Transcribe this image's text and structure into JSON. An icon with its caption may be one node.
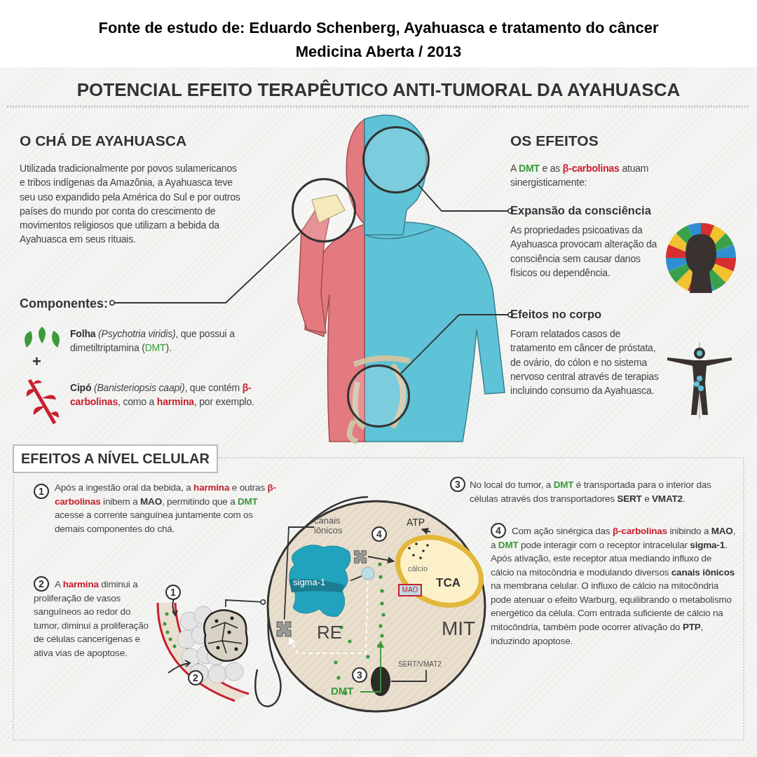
{
  "diagram": {
    "title": "POTENCIAL EFEITO TERAPÊUTICO ANTI-TUMORAL DA AYAHUASCA",
    "nodes": [
      {
        "text": [
          "Componentes:"
        ]
      },
      {
        "text": [],
        "shape": "circle"
      },
      {
        "text": [],
        "shape": "circle"
      },
      {
        "text": [
          "Expansão da consciência"
        ]
      },
      {
        "text": [],
        "shape": "circle"
      },
      {
        "text": [
          "Efeitos no corpo"
        ]
      },
      {
        "text": [],
        "shape": "picture"
      },
      {
        "text": [],
        "shape": "circle"
      },
      {
        "text": [
          "sigma-1",
          "RE"
        ],
        "in": 7
      },
      {
        "text": [
          "cálcio",
          "TCA"
        ],
        "beside": [
          "MIT"
        ],
        "in": 7
      },
      {
        "text": [
          "MAO"
        ],
        "in": 9
      },
      {
        "text": [
          "canais iônicos"
        ],
        "in": 7
      },
      {
        "text": [],
        "shape": "box",
        "in": 7
      },
      {
        "text": [],
        "shape": "box",
        "in": 7
      },
      {
        "text": [],
        "shape": "circle",
        "in": 7
      },
      {
        "text": [
          "SERT/VMAT2"
        ],
        "in": 7
      },
      {
        "text": [],
        "shape": "circle",
        "beside": [
          "3"
        ],
        "in": 7
      },
      {
        "text": [
          "DMT"
        ],
        "in": 7
      },
      {
        "text": [
          "ATP"
        ],
        "in": 7
      }
    ],
    "edges": [
      {
        "from": 0,
        "to": 1,
        "arrow": "other"
      },
      {
        "from": 3,
        "to": 2,
        "arrow": "other"
      },
      {
        "from": 5,
        "to": 4,
        "arrow": "other"
      },
      {
        "from": 7,
        "to": 6,
        "arrow": "other"
      },
      {
        "from": 11,
        "to": 12,
        "arrow": "none"
      },
      {
        "from": 8,
        "to": 14,
        "arrow": "none"
      },
      {
        "from": 15,
        "to": 16,
        "arrow": "none"
      },
      {
        "from": 13,
        "to": 9,
        "arrow": "to"
      },
      {
        "from": 9,
        "to": 18,
        "arrow": "to"
      },
      {
        "from": 14,
        "to": 12,
        "arrow": "to",
        "style": "dashed",
        "color": "#ffffff"
      },
      {
        "from": 17,
        "to": null,
        "arrow": "to",
        "color": "#3a9a3c"
      }
    ],
    "labels": [
      "Fonte de estudo de: Eduardo Schenberg, Ayahuasca e tratamento do câncer",
      "Medicina Aberta / 2013",
      "O CHÁ DE AYAHUASCA",
      "Utilizada tradicionalmente por povos sulamericanos e tribos indígenas da Amazônia, a Ayahuasca teve seu uso expandido pela América do Sul e por outros países do mundo por conta do crescimento de movimentos religiosos que utilizam a bebida da Ayahuasca em seus rituais.",
      "**Folha** *(Psychotria viridis)*, que possui a dimetiltriptamina (**DMT**).",
      "+",
      "**Cipó** *(Banisteriopsis caapi)*, que contém **β-carbolinas**, como a **harmina**, por exemplo.",
      "OS EFEITOS",
      "A **DMT** e as **β-carbolinas** atuam sinergisticamente:",
      "As propriedades psicoativas da Ayahuasca provocam alteração da consciência sem causar danos físicos ou dependência.",
      "Foram relatados casos de tratamento em câncer de próstata, de ovário, do cólon e no sistema nervoso central através de terapias incluindo consumo da Ayahuasca.",
      "EFEITOS A NÍVEL CELULAR",
      "1",
      "Após a ingestão oral da bebida, a **harmina** e outras **β-carbolinas** inibem a **MAO**, permitindo que a **DMT** acesse a corrente sanguínea juntamente com os demais componentes do chá.",
      "2",
      "A **harmina** diminui a proliferação de vasos sanguíneos ao redor do tumor, diminui a proliferação de células cancerígenas e ativa vias de apoptose.",
      "3",
      "No local do tumor, a **DMT** é transportada para o interior das células através dos transportadores **SERT** e **VMAT2**.",
      "4",
      "Com ação sinérgica das **β-carbolinas** inibindo a **MAO**, a **DMT** pode interagir com o receptor intracelular **sigma-1**. Após ativação, este receptor atua mediando influxo de cálcio na mitocôndria e modulando diversos **canais iônicos** na membrana celular. O influxo de cálcio na mitocôndria pode atenuar o efeito Warburg, equilibrando o metabolismo energético da célula. Com entrada suficiente de cálcio na mitocôndria, também pode ocorrer ativação do **PTP**, induzindo apoptose.",
      "1",
      "2",
      "4"
    ]
  }
}
